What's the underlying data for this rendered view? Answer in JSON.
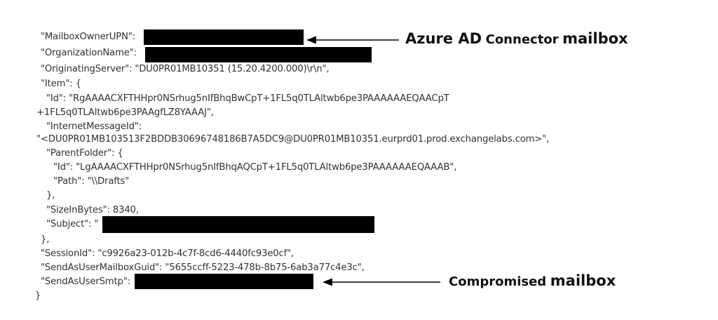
{
  "json_lines": [
    "\"MailboxOwnerUPN\":",
    "\"OrganizationName\":",
    "\"OriginatingServer\": \"DU0PR01MB10351 (15.20.4200.000)\\r\\n\",",
    "\"Item\": {",
    "\"Id\": \"RgAAAACXFTHHpr0NSrhug5nIfBhqBwCpT+1FL5q0TLAltwb6pe3PAAAAAAEQAACpT",
    "+1FL5q0TLAltwb6pe3PAAgfLZ8YAAAJ\",",
    "\"InternetMessageId\":",
    "\"<DU0PR01MB103513F2BDDB30696748186B7A5DC9@DU0PR01MB10351.eurprd01.prod.exchangelabs.com>\",",
    "\"ParentFolder\": {",
    "\"Id\": \"LgAAAACXFTHHpr0NSrhug5nIfBhqAQCpT+1FL5q0TLAltwb6pe3PAAAAAAEQAAAB\",",
    "\"Path\": \"\\\\Drafts\"",
    "},",
    "\"SizeInBytes\": 8340,",
    "\"Subject\": \"",
    "},",
    "\"SessionId\": \"c9926a23-012b-4c7f-8cd6-4440fc93e0cf\",",
    "\"SendAsUserMailboxGuid\": \"5655ccff-5223-478b-8b75-6ab3a77c4e3c\",",
    "\"SendAsUserSmtp\":",
    "}"
  ],
  "annotations": {
    "connector_bold_1": "Azure AD",
    "connector_small": "Connector",
    "connector_bold_2": "mailbox",
    "compromised_small": "Compromised",
    "compromised_bold": "mailbox"
  },
  "colors": {
    "text": "#333333",
    "redaction": "#000000",
    "arrow": "#000000"
  }
}
